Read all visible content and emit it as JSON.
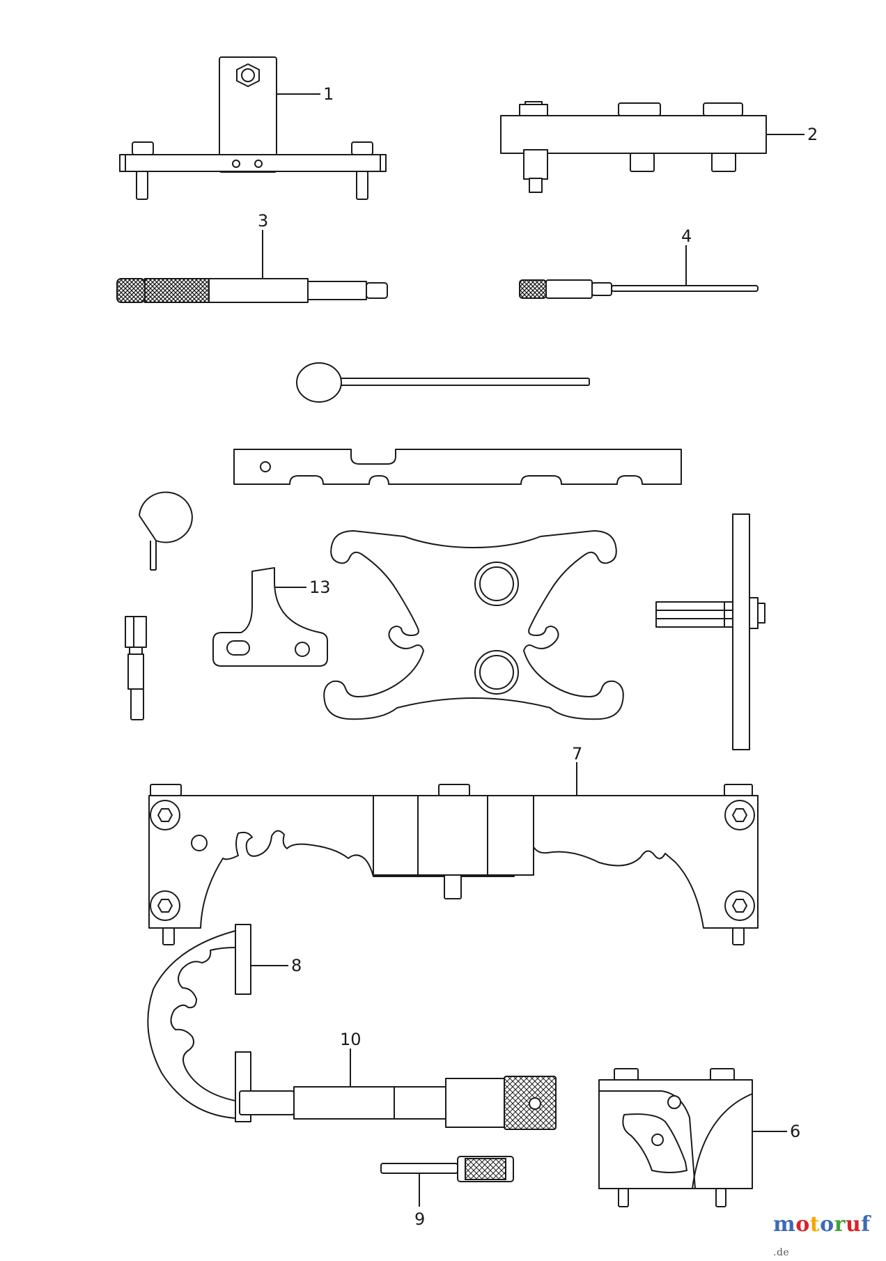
{
  "labels": {
    "l1": "1",
    "l2": "2",
    "l3": "3",
    "l4": "4",
    "l6": "6",
    "l7": "7",
    "l8": "8",
    "l9": "9",
    "l10": "10",
    "l13": "13"
  },
  "brand": {
    "letters": [
      "m",
      "o",
      "t",
      "o",
      "r",
      "u",
      "f"
    ],
    "colors": [
      "#3c6bb5",
      "#d8232a",
      "#f2a900",
      "#3c6bb5",
      "#3fa535",
      "#d8232a",
      "#3c6bb5"
    ],
    "tld": ".de"
  }
}
